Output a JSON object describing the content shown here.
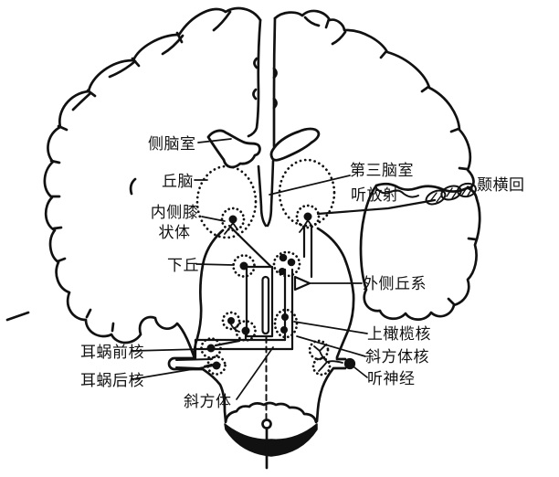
{
  "colors": {
    "ink": "#111111",
    "background": "#ffffff"
  },
  "labels": [
    {
      "id": "lateral-ventricle",
      "text": "侧脑室"
    },
    {
      "id": "thalamus",
      "text": "丘脑"
    },
    {
      "id": "third-ventricle",
      "text": "第三脑室"
    },
    {
      "id": "auditory-radiation",
      "text": "听放射"
    },
    {
      "id": "transverse-temporal-gyrus",
      "text": "颞横回"
    },
    {
      "id": "medial-geniculate-body",
      "text": "内侧膝状体"
    },
    {
      "id": "inferior-colliculus",
      "text": "下丘"
    },
    {
      "id": "lateral-lemniscus",
      "text": "外侧丘系"
    },
    {
      "id": "superior-olivary-nucleus",
      "text": "上橄榄核"
    },
    {
      "id": "trapezoid-body-nucleus",
      "text": "斜方体核"
    },
    {
      "id": "auditory-nerve",
      "text": "听神经"
    },
    {
      "id": "anterior-cochlear-nucleus",
      "text": "耳蜗前核"
    },
    {
      "id": "posterior-cochlear-nucleus",
      "text": "耳蜗后核"
    },
    {
      "id": "trapezoid-body",
      "text": "斜方体"
    }
  ]
}
